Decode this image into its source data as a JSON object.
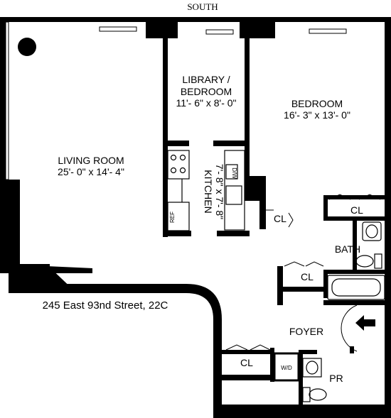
{
  "plan": {
    "orientation": "SOUTH",
    "address": "245 East 93nd Street, 22C",
    "rooms": {
      "living": {
        "name": "LIVING ROOM",
        "dims": "25'- 0\" x 14'- 4\""
      },
      "library": {
        "name_line1": "LIBRARY /",
        "name_line2": "BEDROOM",
        "dims": "11'- 6\" x 8'- 0\""
      },
      "bedroom": {
        "name": "BEDROOM",
        "dims": "16'- 3\" x 13'- 0\""
      },
      "kitchen": {
        "name": "KITCHEN",
        "dims": "7'- 8\" x 7'- 8\""
      },
      "bath": {
        "name": "BATH"
      },
      "foyer": {
        "name": "FOYER"
      },
      "powder": {
        "name": "PR"
      }
    },
    "closets": {
      "library": "CL",
      "bedroom": "CL",
      "bath_hall": "CL",
      "foyer": "CL"
    },
    "appliances": {
      "refrigerator": "REF",
      "dishwasher": "D/W",
      "washer_dryer": "W/D"
    }
  }
}
